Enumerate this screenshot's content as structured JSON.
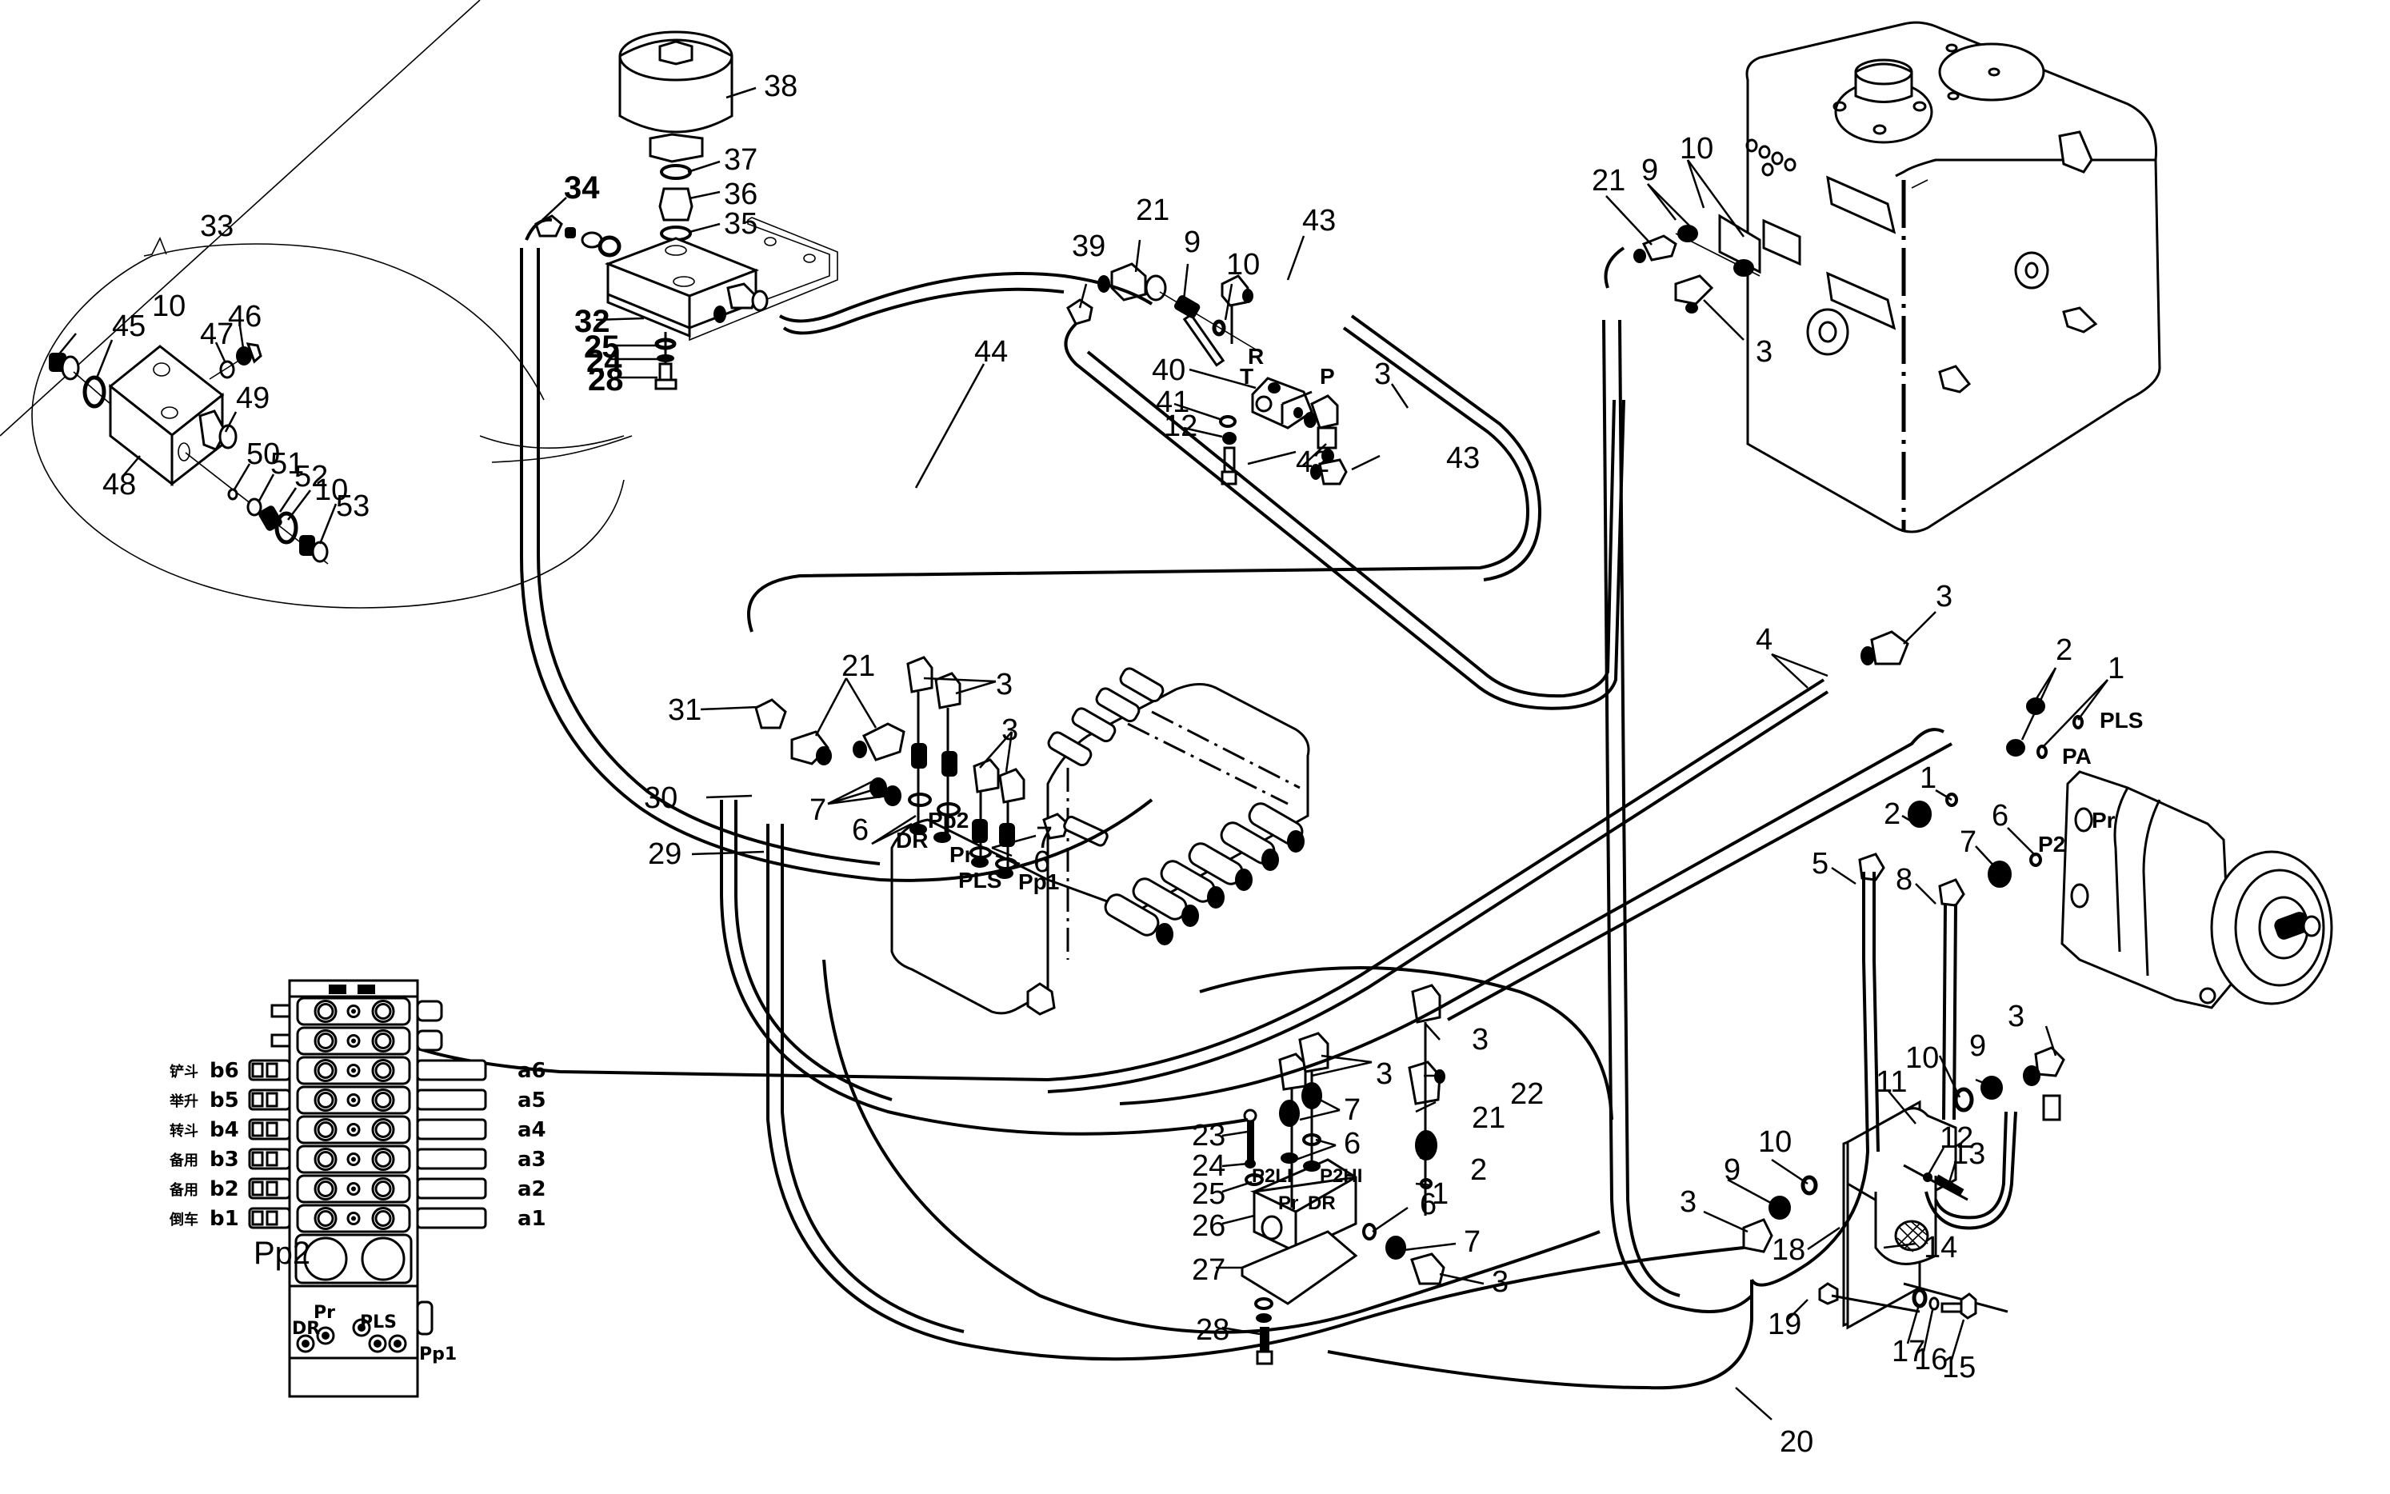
{
  "diagram": {
    "type": "exploded hydraulic parts diagram",
    "line_color": "#000000",
    "background": "#ffffff"
  },
  "callouts": {
    "c33": "33",
    "c45": "45",
    "c10a": "10",
    "c47": "47",
    "c46": "46",
    "c49": "49",
    "c48": "48",
    "c50": "50",
    "c51": "51",
    "c52": "52",
    "c10b": "10",
    "c53": "53",
    "c38": "38",
    "c37": "37",
    "c36": "36",
    "c35": "35",
    "c34": "34",
    "c32": "32",
    "c25a": "25",
    "c24a": "24",
    "c28a": "28",
    "c44": "44",
    "c39": "39",
    "c21a": "21",
    "c9a": "9",
    "c10c": "10",
    "c43a": "43",
    "c40": "40",
    "c41": "41",
    "c12a": "12",
    "c42": "42",
    "c3a": "3",
    "c43b": "43",
    "c21b": "21",
    "c9b": "9",
    "c10d": "10",
    "c3b": "3",
    "c31": "31",
    "c21c": "21",
    "c3c": "3",
    "c3d": "3",
    "c30": "30",
    "c7a": "7",
    "c6a": "6",
    "c29": "29",
    "c7b": "7",
    "c6b": "6",
    "c4": "4",
    "c3e": "3",
    "c2a": "2",
    "c1a": "1",
    "c1b": "1",
    "c2b": "2",
    "c6c": "6",
    "c5": "5",
    "c7c": "7",
    "c8": "8",
    "c3f": "3",
    "c3g": "3",
    "c22": "22",
    "c21d": "21",
    "c7d": "7",
    "c6d": "6",
    "c2c": "2",
    "c1c": "1",
    "c23": "23",
    "c24b": "24",
    "c25b": "25",
    "c26": "26",
    "c6e": "6",
    "c7e": "7",
    "c3h": "3",
    "c27": "27",
    "c28b": "28",
    "c3i": "3",
    "c9c": "9",
    "c10e": "10",
    "c11": "11",
    "c12b": "12",
    "c13": "13",
    "c3j": "3",
    "c9d": "9",
    "c10f": "10",
    "c14": "14",
    "c18": "18",
    "c19": "19",
    "c17": "17",
    "c16": "16",
    "c15": "15",
    "c20": "20"
  },
  "port_labels": {
    "valve40_R": "R",
    "valve40_T": "T",
    "valve40_P": "P",
    "pump_PLS": "PLS",
    "pump_PA": "PA",
    "pump_Pr": "Pr",
    "pump_P2": "P2",
    "main_DR": "DR",
    "main_Pr": "Pr",
    "main_Pp2": "Pp2",
    "main_PLS": "PLS",
    "main_Pp1": "Pp1",
    "sub_P2LI": "P2LI",
    "sub_P2HI": "P2HI",
    "sub_Pr": "Pr",
    "sub_DR": "DR"
  },
  "valve_schematic": {
    "left_ports": [
      "b6",
      "b5",
      "b4",
      "b3",
      "b2",
      "b1"
    ],
    "right_ports": [
      "a6",
      "a5",
      "a4",
      "a3",
      "a2",
      "a1"
    ],
    "left_tags": [
      "铲斗",
      "举升",
      "转斗",
      "备用",
      "备用",
      "倒车"
    ],
    "bottom_ports": {
      "Pp2": "Pp2",
      "DR": "DR",
      "Pr": "Pr",
      "PLS": "PLS",
      "Pp1": "Pp1"
    }
  }
}
